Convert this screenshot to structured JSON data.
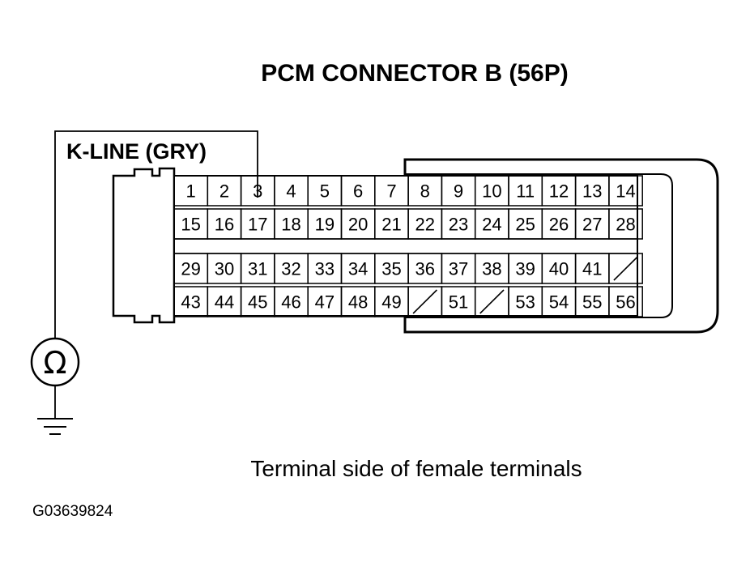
{
  "title": "PCM CONNECTOR B (56P)",
  "wire_label": "K-LINE (GRY)",
  "probe_pin": 3,
  "meter_symbol": "Ω",
  "meter_icon": "ohmmeter-icon",
  "ground_icon": "ground-icon",
  "caption": "Terminal side of female terminals",
  "figure_code": "G03639824",
  "pin_rows": [
    [
      "1",
      "2",
      "3",
      "4",
      "5",
      "6",
      "7",
      "8",
      "9",
      "10",
      "11",
      "12",
      "13",
      "14"
    ],
    [
      "15",
      "16",
      "17",
      "18",
      "19",
      "20",
      "21",
      "22",
      "23",
      "24",
      "25",
      "26",
      "27",
      "28"
    ],
    [
      "29",
      "30",
      "31",
      "32",
      "33",
      "34",
      "35",
      "36",
      "37",
      "38",
      "39",
      "40",
      "41",
      ""
    ],
    [
      "43",
      "44",
      "45",
      "46",
      "47",
      "48",
      "49",
      "",
      "51",
      "",
      "53",
      "54",
      "55",
      "56"
    ]
  ]
}
